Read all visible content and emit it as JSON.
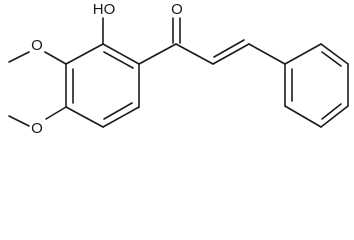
{
  "molecule": {
    "labels": {
      "hydroxyl": "HO",
      "carbonyl": "O",
      "methoxy_upper": "O",
      "methoxy_lower": "O"
    }
  }
}
